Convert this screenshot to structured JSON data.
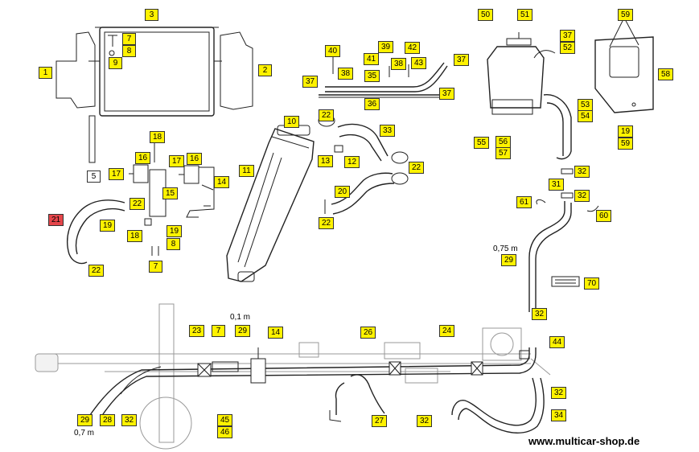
{
  "labels": [
    {
      "id": "p3",
      "text": "3"
    },
    {
      "id": "p7a",
      "text": "7"
    },
    {
      "id": "p8a",
      "text": "8"
    },
    {
      "id": "p9",
      "text": "9"
    },
    {
      "id": "p1",
      "text": "1"
    },
    {
      "id": "p2",
      "text": "2"
    },
    {
      "id": "p5",
      "text": "5"
    },
    {
      "id": "p18a",
      "text": "18"
    },
    {
      "id": "p16a",
      "text": "16"
    },
    {
      "id": "p16b",
      "text": "16"
    },
    {
      "id": "p17a",
      "text": "17"
    },
    {
      "id": "p17b",
      "text": "17"
    },
    {
      "id": "p15",
      "text": "15"
    },
    {
      "id": "p14a",
      "text": "14"
    },
    {
      "id": "p21",
      "text": "21"
    },
    {
      "id": "p22a",
      "text": "22"
    },
    {
      "id": "p19a",
      "text": "19"
    },
    {
      "id": "p18b",
      "text": "18"
    },
    {
      "id": "p19b",
      "text": "19"
    },
    {
      "id": "p8b",
      "text": "8"
    },
    {
      "id": "p7b",
      "text": "7"
    },
    {
      "id": "p22b",
      "text": "22"
    },
    {
      "id": "p10",
      "text": "10"
    },
    {
      "id": "p11",
      "text": "11"
    },
    {
      "id": "p22c",
      "text": "22"
    },
    {
      "id": "p33",
      "text": "33"
    },
    {
      "id": "p13",
      "text": "13"
    },
    {
      "id": "p12",
      "text": "12"
    },
    {
      "id": "p22d",
      "text": "22"
    },
    {
      "id": "p20",
      "text": "20"
    },
    {
      "id": "p22e",
      "text": "22"
    },
    {
      "id": "p40",
      "text": "40"
    },
    {
      "id": "p41",
      "text": "41"
    },
    {
      "id": "p38a",
      "text": "38"
    },
    {
      "id": "p39",
      "text": "39"
    },
    {
      "id": "p42",
      "text": "42"
    },
    {
      "id": "p38b",
      "text": "38"
    },
    {
      "id": "p43",
      "text": "43"
    },
    {
      "id": "p35",
      "text": "35"
    },
    {
      "id": "p37a",
      "text": "37"
    },
    {
      "id": "p37b",
      "text": "37"
    },
    {
      "id": "p36",
      "text": "36"
    },
    {
      "id": "p37c",
      "text": "37"
    },
    {
      "id": "p50",
      "text": "50"
    },
    {
      "id": "p51",
      "text": "51"
    },
    {
      "id": "p37d",
      "text": "37"
    },
    {
      "id": "p52",
      "text": "52"
    },
    {
      "id": "p53",
      "text": "53"
    },
    {
      "id": "p54",
      "text": "54"
    },
    {
      "id": "p55",
      "text": "55"
    },
    {
      "id": "p56",
      "text": "56"
    },
    {
      "id": "p57",
      "text": "57"
    },
    {
      "id": "p59a",
      "text": "59"
    },
    {
      "id": "p58",
      "text": "58"
    },
    {
      "id": "p19c",
      "text": "19"
    },
    {
      "id": "p59b",
      "text": "59"
    },
    {
      "id": "p32a",
      "text": "32"
    },
    {
      "id": "p31",
      "text": "31"
    },
    {
      "id": "p32b",
      "text": "32"
    },
    {
      "id": "p61",
      "text": "61"
    },
    {
      "id": "p60",
      "text": "60"
    },
    {
      "id": "p29a",
      "text": "29"
    },
    {
      "id": "p70",
      "text": "70"
    },
    {
      "id": "p32c",
      "text": "32"
    },
    {
      "id": "p23",
      "text": "23"
    },
    {
      "id": "p7c",
      "text": "7"
    },
    {
      "id": "p29b",
      "text": "29"
    },
    {
      "id": "p14b",
      "text": "14"
    },
    {
      "id": "p26",
      "text": "26"
    },
    {
      "id": "p24",
      "text": "24"
    },
    {
      "id": "p44",
      "text": "44"
    },
    {
      "id": "p32d",
      "text": "32"
    },
    {
      "id": "p34",
      "text": "34"
    },
    {
      "id": "p27",
      "text": "27"
    },
    {
      "id": "p32e",
      "text": "32"
    },
    {
      "id": "p29c",
      "text": "29"
    },
    {
      "id": "p28",
      "text": "28"
    },
    {
      "id": "p32f",
      "text": "32"
    },
    {
      "id": "p45",
      "text": "45"
    },
    {
      "id": "p46",
      "text": "46"
    }
  ],
  "notes": {
    "len_075": "0,75 m",
    "len_01": "0,1 m",
    "len_07": "0,7 m"
  },
  "website": "www.multicar-shop.de"
}
